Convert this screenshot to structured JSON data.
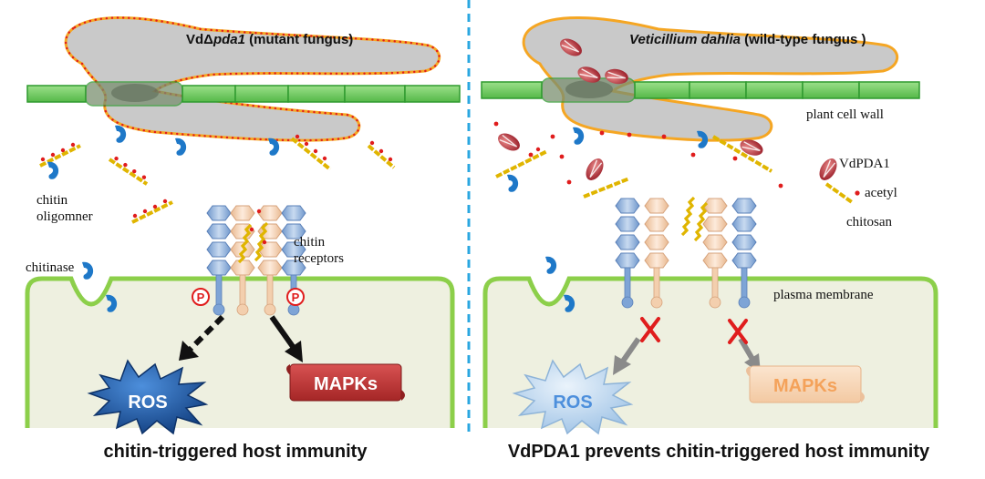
{
  "left_panel": {
    "title_prefix": "Vd",
    "title_delta": "Δ",
    "title_gene": "pda1",
    "title_suffix": " (mutant fungus)",
    "label_chitin_oligomer_line1": "chitin",
    "label_chitin_oligomer_line2": "oligomner",
    "label_chitin_receptors_line1": "chitin",
    "label_chitin_receptors_line2": "receptors",
    "label_chitinase": "chitinase",
    "phospho_symbol": "P",
    "ros_label": "ROS",
    "mapks_label": "MAPKs",
    "caption": "chitin-triggered host immunity"
  },
  "right_panel": {
    "title_species": "Veticillium dahlia",
    "title_suffix": " (wild-type fungus )",
    "label_plant_cell_wall": "plant cell wall",
    "legend_vdpda1": "VdPDA1",
    "legend_acetyl": "acetyl",
    "legend_chitosan": "chitosan",
    "label_plasma_membrane": "plasma membrane",
    "ros_label": "ROS",
    "mapks_label": "MAPKs",
    "caption": "VdPDA1 prevents chitin-triggered host immunity"
  },
  "colors": {
    "fungus_fill": "#c9c9c9",
    "fungus_outline": "#f5a623",
    "cell_wall": "#6dcc5e",
    "cell_wall_border": "#2f9a2f",
    "membrane": "#8ccf4a",
    "cell_fill": "#eef0e0",
    "divider": "#2aa7e0",
    "ros_active": "#1e5fae",
    "mapk_active": "#c23a3a",
    "ros_inactive": "#bcd6ee",
    "mapk_inactive": "#f7d7b8",
    "receptor_blue": "#8fb2dc",
    "receptor_peach": "#f6d5b8",
    "chitinase": "#1e78c8",
    "acetyl": "#e01d1d",
    "vdpda1": "#b8323a"
  },
  "icons": [
    "chitinase-icon",
    "vdpda1-icon",
    "acetyl-dot-icon",
    "chitin-oligomer-icon",
    "phospho-icon",
    "block-x-icon"
  ]
}
